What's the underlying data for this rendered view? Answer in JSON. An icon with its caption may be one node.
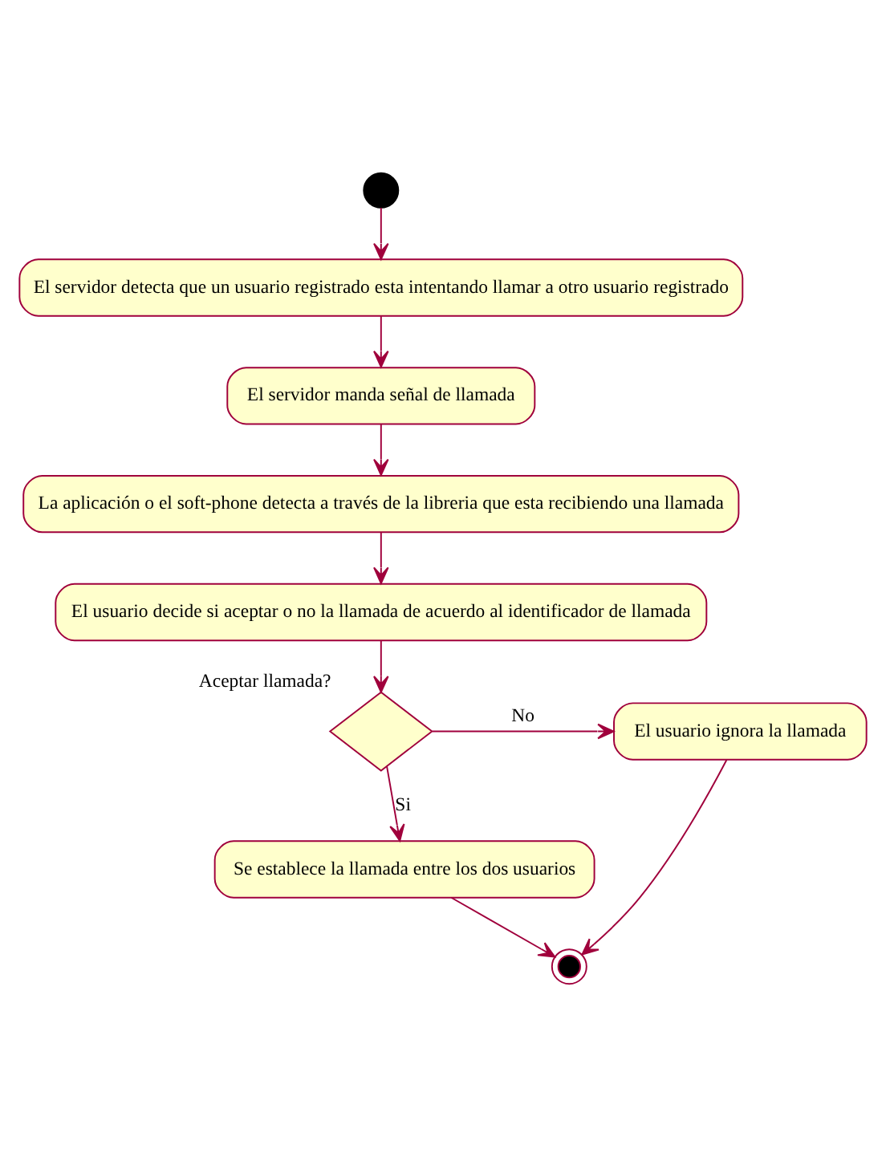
{
  "diagram": {
    "nodes": [
      {
        "text": [],
        "shape": "circle"
      },
      {
        "text": [
          "El servidor detecta que un usuario registrado esta intentando llamar a otro usuario registrado"
        ]
      },
      {
        "text": [
          "El servidor manda señal de llamada"
        ]
      },
      {
        "text": [
          "La aplicación o el soft-phone detecta a través de la libreria que esta recibiendo una llamada"
        ]
      },
      {
        "text": [
          "El usuario decide si aceptar o no la llamada de acuerdo al identificador de llamada"
        ]
      },
      {
        "text": [],
        "shape": "diamond",
        "beside": [
          "Aceptar llamada?"
        ]
      },
      {
        "text": [
          "El usuario ignora la llamada"
        ]
      },
      {
        "text": [
          "Se establece la llamada entre los dos usuarios"
        ]
      },
      {
        "text": [],
        "shape": "circle"
      }
    ],
    "edges": [
      {
        "from": 0,
        "to": 1,
        "arrow": "to"
      },
      {
        "from": 1,
        "to": 2,
        "arrow": "to"
      },
      {
        "from": 2,
        "to": 3,
        "arrow": "to"
      },
      {
        "from": 3,
        "to": 4,
        "arrow": "to"
      },
      {
        "from": 4,
        "to": 5,
        "arrow": "to"
      },
      {
        "from": 5,
        "to": 6,
        "arrow": "to",
        "label": "No"
      },
      {
        "from": 5,
        "to": 7,
        "arrow": "to",
        "label": "Si"
      },
      {
        "from": 7,
        "to": 8,
        "arrow": "to"
      },
      {
        "from": 6,
        "to": 8,
        "arrow": "to"
      }
    ]
  }
}
